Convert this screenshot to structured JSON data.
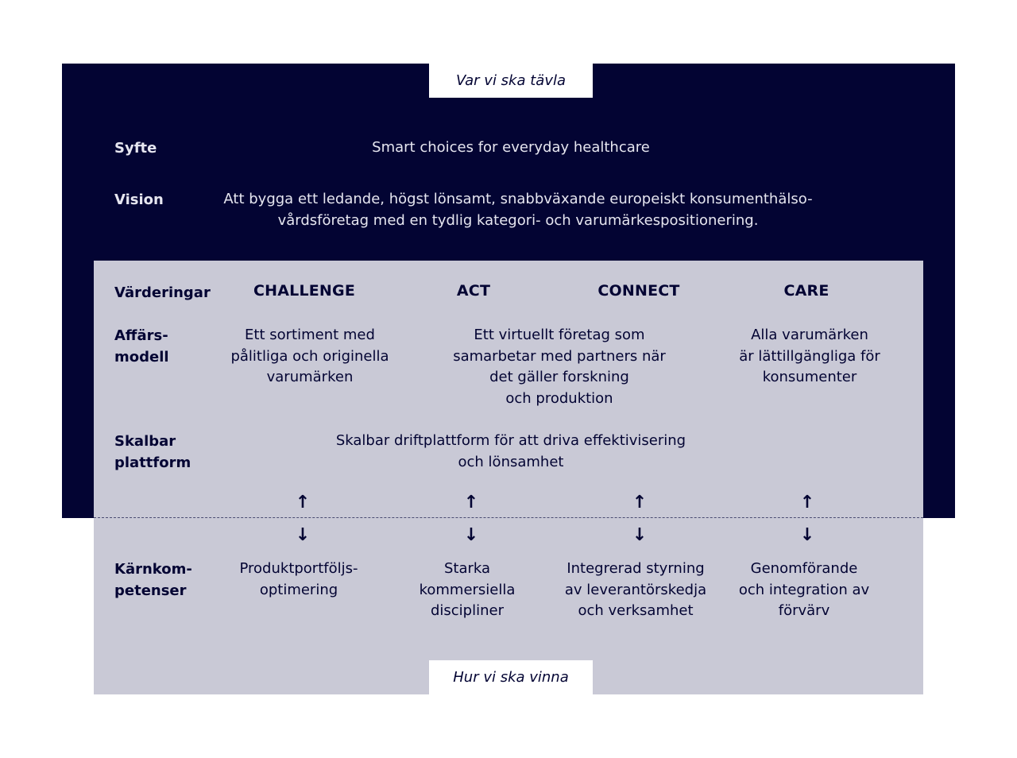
{
  "top_tab": "Var vi ska tävla",
  "bottom_tab": "Hur vi ska vinna",
  "purpose": {
    "label": "Syfte",
    "text": "Smart choices for everyday healthcare"
  },
  "vision": {
    "label": "Vision",
    "text": "Att bygga ett ledande, högst lönsamt, snabbväxande europeiskt konsumenthälso-\nvårdsföretag med en tydlig kategori- och varumärkespositionering."
  },
  "values": {
    "label": "Värderingar",
    "items": [
      "CHALLENGE",
      "ACT",
      "CONNECT",
      "CARE"
    ]
  },
  "business_model": {
    "label": "Affärs-\nmodell",
    "items": [
      "Ett sortiment med\npålitliga och originella\nvarumärken",
      "Ett virtuellt företag som\nsamarbetar med partners när\ndet gäller forskning\noch produktion",
      "Alla varumärken\när lättillgängliga för\nkonsumenter"
    ]
  },
  "platform": {
    "label": "Skalbar\nplattform",
    "text": "Skalbar driftplattform för att driva effektivisering\noch lönsamhet"
  },
  "core_competencies": {
    "label": "Kärnkom-\npetenser",
    "items": [
      "Produktportföljs-\noptimering",
      "Starka\nkommersiella\ndiscipliner",
      "Integrerad styrning\nav leverantörskedja\noch verksamhet",
      "Genomförande\noch integration av\nförvärv"
    ]
  },
  "arrows": {
    "up": "↑",
    "down": "↓"
  },
  "colors": {
    "navy": "#030433",
    "grey": "#c9c9d6",
    "white": "#ffffff"
  }
}
